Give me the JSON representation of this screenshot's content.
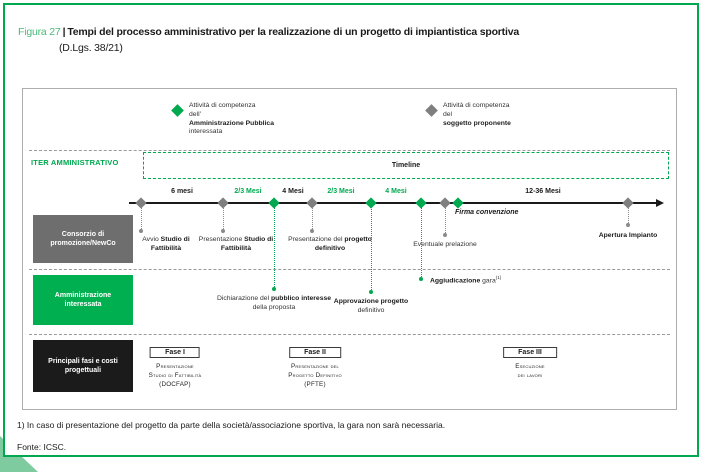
{
  "title": {
    "figure_label": "Figura 27",
    "separator": "|",
    "text": "Tempi del processo amministrativo per la realizzazione di un progetto di impiantistica sportiva",
    "subtitle": "(D.Lgs. 38/21)"
  },
  "legend": {
    "public": {
      "line1": "Attività di competenza",
      "line2_pre": "dell'",
      "line2_bold": "Amministrazione Pubblica",
      "line3": "interessata"
    },
    "proponent": {
      "line1": "Attività di competenza",
      "line2_pre": "del ",
      "line2_bold": "soggetto proponente"
    }
  },
  "iter": {
    "label": "ITER AMMINISTRATIVO",
    "timeline_label": "Timeline"
  },
  "timeline": {
    "intervals": [
      {
        "text": "6 mesi",
        "color": "black"
      },
      {
        "text": "2/3 Mesi",
        "color": "green"
      },
      {
        "text": "4 Mesi",
        "color": "black"
      },
      {
        "text": "2/3 Mesi",
        "color": "green"
      },
      {
        "text": "4 Mesi",
        "color": "green"
      },
      {
        "text": "12-36 Mesi",
        "color": "black"
      }
    ],
    "firma_convenzione": "Firma convenzione"
  },
  "rows": {
    "consorzio": "Consorzio di promozione/NewCo",
    "amministrazione": "Amministrazione interessata",
    "fasi": "Principali fasi e costi progettuali"
  },
  "events": {
    "consorzio": [
      {
        "pre": "Avvio ",
        "bold": "Studio di Fattibilità"
      },
      {
        "pre": "Presentazione ",
        "bold": "Studio di Fattibilità"
      },
      {
        "pre": "Presentazione del ",
        "bold": "progetto definitivo"
      },
      {
        "pre": "Eventuale prelazione",
        "bold": ""
      },
      {
        "pre": "",
        "bold": "Apertura Impianto"
      }
    ],
    "amministrazione": [
      {
        "pre": "Dichiarazione del ",
        "bold": "pubblico interesse",
        "post": " della proposta",
        "sup": ""
      },
      {
        "pre": "",
        "bold": "Approvazione progetto",
        "post": " definitivo",
        "sup": ""
      },
      {
        "pre": "",
        "bold": "Aggiudicazione",
        "post": " gara",
        "sup": "(1)"
      }
    ]
  },
  "fasi": [
    {
      "title": "Fase I",
      "l1": "Presentazione",
      "l2": "Studio di Fattibilità",
      "l3": "(DOCFAP)"
    },
    {
      "title": "Fase II",
      "l1": "Presentazione del",
      "l2": "Progetto Definitivo",
      "l3": "(PFTE)"
    },
    {
      "title": "Fase III",
      "l1": "Esecuzione",
      "l2": "dei lavori",
      "l3": ""
    }
  ],
  "footnote": "1) In caso di presentazione del progetto da parte della società/associazione sportiva, la gara non sarà necessaria.",
  "fonte": "Fonte: ICSC.",
  "colors": {
    "accent_green": "#00A84F",
    "figure_label_green": "#4DB878",
    "bright_green_box": "#00B050",
    "gray_box": "#6E6E6E",
    "dark_box": "#1B1B1B",
    "gray_marker": "#7F7F7F",
    "corner_triangle": "#7FCBA0"
  }
}
